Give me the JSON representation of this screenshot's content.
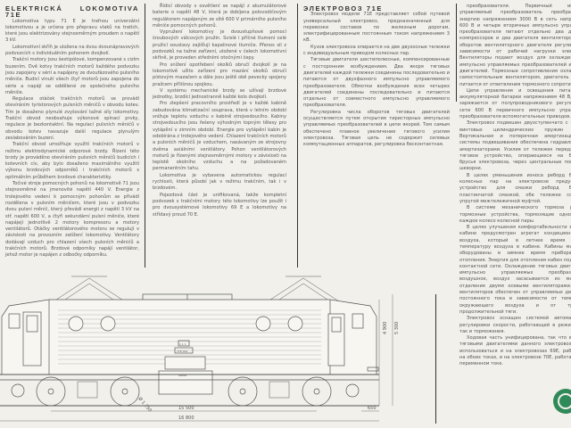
{
  "czech": {
    "title": "ELEKTRICKÁ LOKOMOTIVA 71E",
    "col1": [
      "Lokomotiva typu 71 E je trafnou univerzální lokomotivou a je určena pro přepravu vlaků na tratích, které jsou elektrizovány stejnosměrným proudem o napětí 3 kV.",
      "Lokomotivní skříň je uložena na dvou dvounápravových podvozcích s individuálním pohonem dvojkolí.",
      "Trakční motory jsou šestipólové, kompenzované s cizím buzením. Dvě kotvy trakčních motorů každého podvozku jsou zapojeny v sérii a napájeny ze dvoufázového pulsního měniče. Budicí vinutí všech čtyř motorů jsou zapojena do série a napájí se oddělené ze společného pulsního měniče.",
      "Regulace otáček trakčních motorů se provádí otevíráním tyristorových pulsních měničů v obvodu kotev. Tím je dosaženo plynulé zvyšování tažné síly lokomotivy. Trakční obvod neobsahuje výkonové spínací prvky, regulace je bezkontaktní. Na regulaci pulsních měničů v obvodu kotev navazuje další regulace plynulým zeslabováním buzení.",
      "Trakční obvod umožňuje využití trakčních motorů v režimu elektrodynamické odporové brzdy. Řízení této brzdy je prováděno otevíráním pulsních měničů budicích i kotevních cív, aby bylo dosaženo maximálního využití výkonu brzdových odporníků i trakčních motorů s optimálním průběhem brzdové charakteristiky.",
      "Točivé stroje pomocných pohonů na lokomotivě 71 jsou stejnosměrné na jmenovité napětí 440 V. Energie z trolejového vedení k pomocným pohonům se přivádí rozdělena v pulsním měničem, které jsou v podvozku dvou pulsní měnič, který převádí energii z napětí 3 kV na stř. napětí 600 V, a čtyři sekundární pulsní měniče, které napájejí jednotlivě 2 motory kompresoru a motory ventilátorů. Otáčky ventilátorového motoru se regulují v závislosti na provozním zatížení lokomotivy. Ventilátory dodávají vzduch pro chlazení všech pulsních měničů a trakčních motorů. Brzdové odporníky napájí ventilátor, jehož motor je napájen z odbočky odporníku."
    ],
    "col2": [
      "Řídicí obvody s osvětlení se napájí z akumulátorové baterie o napětí 48 V, která je dobíjena polovodičovým regulátorem napájeným ze sítě 600 V primárního pulsního měniče pomocných pohonů.",
      "Vypružení lokomotivy je dvoustupňové pomocí šroubových válcových pružin. Svislé i příčné tlumení celé pružicí soustavy zajišťují kapalinové tlumiče. Přenos sil z podvozků na tažné zařízení, uložené v čelech lokomotivní skříně, je proveden středními otočnými čepy.",
      "Pro snížení opotřebení okolků obručí dvojkolí je na lokomotivě užito zařízení pro mazání okolků obručí pístovým mazačem a dále jsou ještě obě pevecky spojeny pražcem přílišnou spojkou.",
      "V systému mechanické brzdy se užívají brzdové jednotky, brzdící jednostranně každé kolo dvojkolí.",
      "Pro zlepšení pracovního prostředí je v každé kabině zabudována klimatizační souprava, která v letním období snižuje teplotu vzduchu v kabině strojvedoucího. Kabiny strojvedoucího jsou řešeny výhodným topným tělesy pro vytápění v zimním období. Energie pro vytápění kabin je odebírána z trolejového vedení. Chlazení trakčních motorů a pulsních měničů je vzduchem, nasávaným ze strojovny dvěma axiálními ventilátory. Pohon ventilátorových motorů je řízenými stejnosměrnými motory v závislosti na teplotě okolního vzduchu a na požadovaném permanentním tahu.",
      "Lokomotiva je vybavena automatickou regulací rychlosti, která působí jak v režimu trakčním, tak i v brzdovém.",
      "Pojezdová část je unifikovaná, takže kompletní podvozek s trakčními motory této lokomotivy lze použít i pro dvousystémové lokomotivy 69 E a lokomotivy na střídavý proud 70 E."
    ]
  },
  "russian": {
    "title": "ЭЛЕКТРОВОЗ 71Е",
    "col3": [
      "Электровоз модели 71Е представляет собой путевой универсальный электровоз, предназначенный для перевозки составов по железным дорогам, электрифицированным постоянным током напряжением 3 кВ.",
      "Кузов электровоза опирается на две двухосные тележки с индивидуальным приводом колесных пар.",
      "Тяговые двигатели шестиполюсные, компенсированные с посторонним возбуждением. Два якоря тяговых двигателей каждой тележки соединены последовательно и питаются от двухфазного импульсно управляемого преобразователя. Обмотки возбуждения всех четырех двигателей соединены последовательно и питаются отдельно от совместного импульсно управляемого преобразователя.",
      "Регулировка числа оборотов тяговых двигателей осуществляется путем открытия тиристорных импульсно управляемых преобразователей в цепи якорей. Тем самым обеспечено плавное увеличение тягового усилия электровоза. Тяговая цепь не содержит силовых коммутационных аппаратов, регулировка бесконтактная."
    ],
    "col4": [
      "преобразователя. Первичный импульсно управляемый преобразователь преобразовывает энергию напряжением 3000 В в сеть напряжением 600 В и четыре вторичных импульсно управляемых преобразователя питают отдельно два двигателя компрессоров и два двигателя вентиляторов. Число оборотов вентиляторного двигателя регулируется в зависимости от рабочей нагрузки электровоза. Вентиляторы подают воздух для охлаждения всех импульсно управляемых преобразователей и тяговых двигателей. Тормозные сопротивления охлаждаются самостоятельным вентилятором, двигатель которого питается от ответвления тормозного сопротивления.",
      "Цепи управления и освещения питаются от аккумуляторной батареи напряжением 48 В, которая заряжается от полупроводникового регулятора из сети 600 В первичного импульсно управляемого преобразователя вспомогательных приводов.",
      "Электровоз подвешен двухступенчато с помощью винтовых цилиндрических пружин сжатия. Вертикальная и поперечная амортизация всей системы подвешивания обеспечена гидравлическими амортизаторами. Усилия от тележек передаются на тяговое устройство, опирающееся на буферные брусья электровоза, через центральные поворотные шкворни.",
      "В целях уменьшения износа реборд бандажей колесных пар на электровозе предусмотрено устройство для смазки реборд бандажей пластинчатой смазкой, обе тележки соединены упругой межтележечной муфтой.",
      "В системе механического тормоза работают тормозные устройства, тормозящие односторонне каждое колесо колесной пары.",
      "В целях улучшения комфортабельности в каждой кабине предусмотрен агрегат кондиционирования воздуха, который в летнее время снижает температуру воздуха в кабине. Кабины машиниста оборудованы в зимнее время приборами для отопления. Энергия для отопления кабин подается из контактной сети. Охлаждение тяговых двигателей и импульсно управляемых преобразователей воздушное, воздух засасывается из машинного отделения двумя осевыми вентиляторами. Привод вентиляторов обеспечен от управляемых двигателей постоянного тока в зависимости от температуры окружающего воздуха и от требуемой продолжительной тяги.",
      "Электровоз оснащен системой автоматической регулировки скорости, работающей в режимах тяги так и торможения.",
      "Ходовая часть унифицирована, так что в сборе с тяговыми двигателями данного электровоза может использоваться и на электровозах 69Е, работающих на обоих токах, и на электровозе 70Е, работающем на переменном токе."
    ]
  },
  "drawing": {
    "dim_wheelbase_total": "15 500",
    "dim_length": "16 800",
    "dim_overhang": "650",
    "dim_height_1": "4 900",
    "dim_height_2": "5 300",
    "dim_wheel_diameter": "Ø 1 250",
    "plate_1": "1 1 1",
    "plate_2": "71E 001",
    "plate_3": "Škoda"
  },
  "colors": {
    "logo": "#2f8a5a"
  }
}
